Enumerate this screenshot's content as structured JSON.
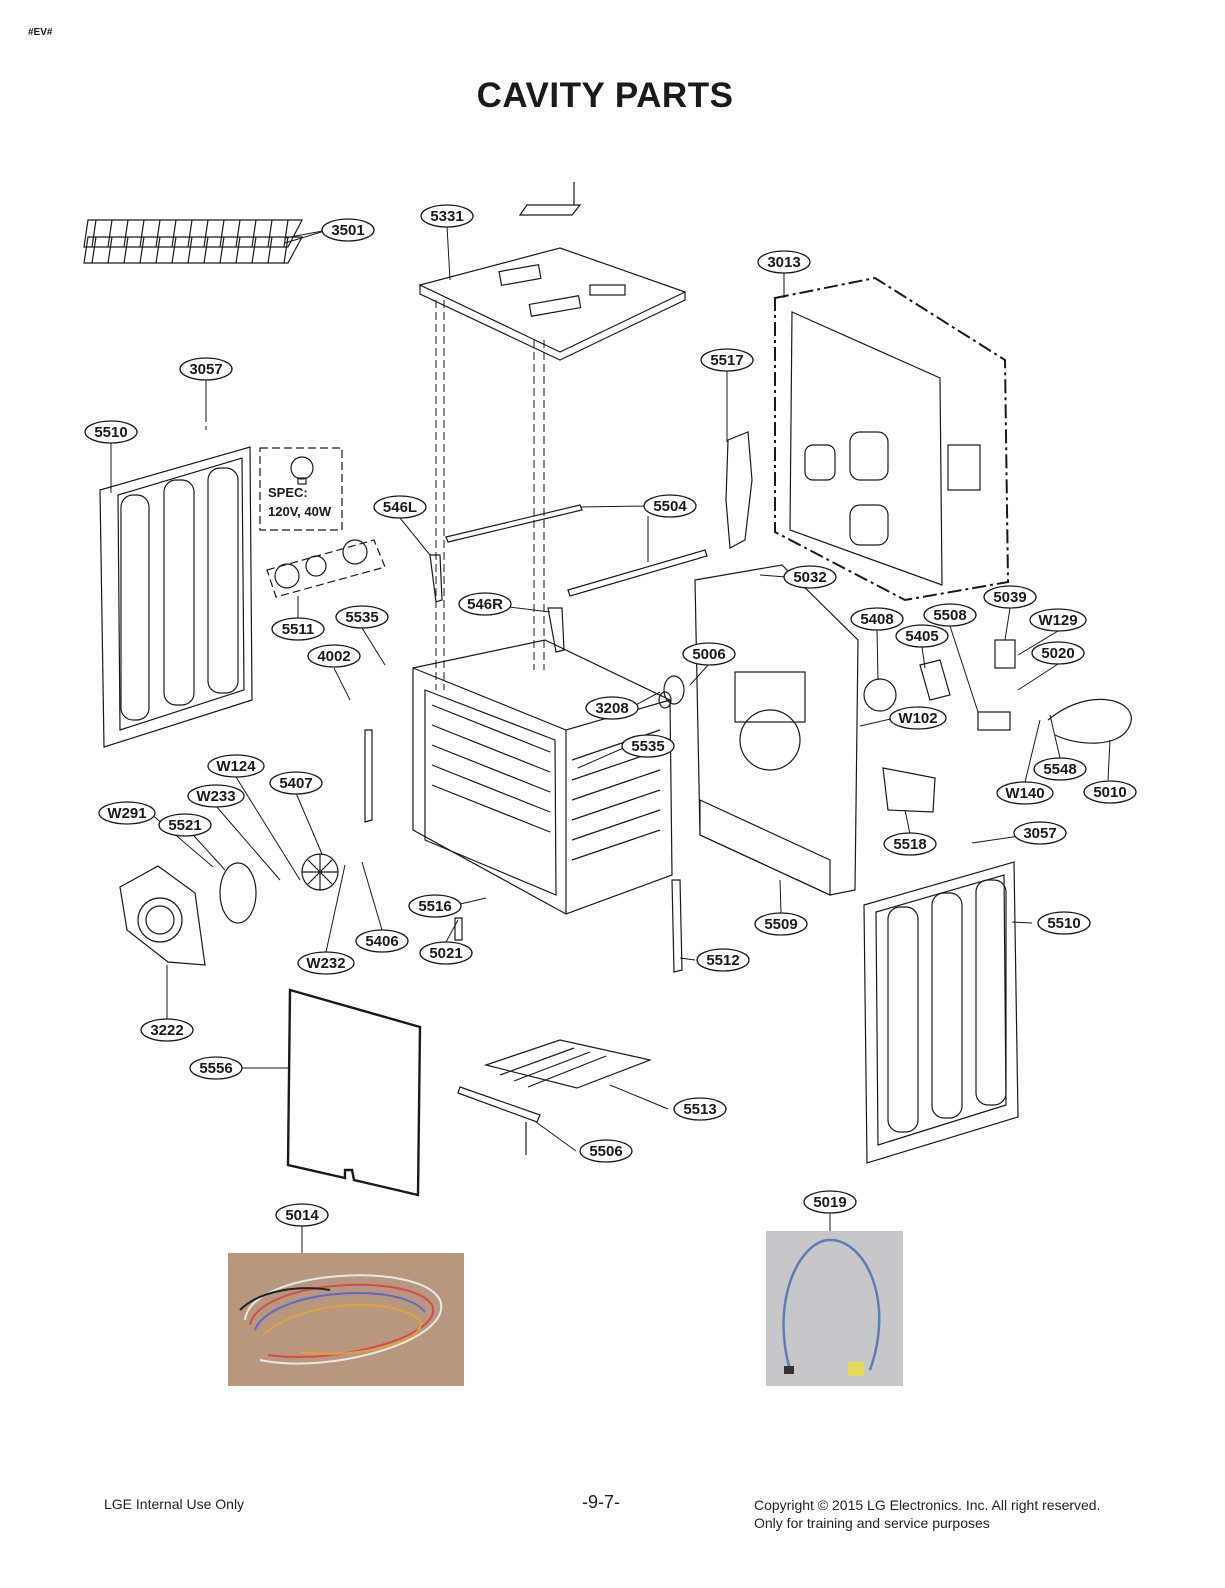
{
  "doc_tag": "#EV#",
  "title": "CAVITY PARTS",
  "spec_note": {
    "line1": "SPEC:",
    "line2": "120V, 40W"
  },
  "part_labels": {
    "p3501": "3501",
    "p5331": "5331",
    "p3013": "3013",
    "p3057a": "3057",
    "p5510a": "5510",
    "p5517": "5517",
    "p546L": "546L",
    "p5504": "5504",
    "p5032": "5032",
    "p546R": "546R",
    "p5511": "5511",
    "p5535a": "5535",
    "p5039": "5039",
    "p5408": "5408",
    "p5508": "5508",
    "pW129": "W129",
    "p5405": "5405",
    "p5006": "5006",
    "p4002": "4002",
    "p5020": "5020",
    "p3208": "3208",
    "pW102": "W102",
    "p5535b": "5535",
    "pW124": "W124",
    "p5407": "5407",
    "pW233": "W233",
    "p5548": "5548",
    "pW140": "W140",
    "p5010": "5010",
    "pW291": "W291",
    "p5521": "5521",
    "p3057b": "3057",
    "p5518": "5518",
    "p5516": "5516",
    "p5509": "5509",
    "p5510b": "5510",
    "p5406": "5406",
    "p5021": "5021",
    "pW232": "W232",
    "p5512": "5512",
    "p3222": "3222",
    "p5556": "5556",
    "p5513": "5513",
    "p5506": "5506",
    "p5014": "5014",
    "p5019": "5019"
  },
  "footer": {
    "left": "LGE Internal Use Only",
    "page": "-9-7-",
    "copyright": "Copyright © 2015 LG Electronics. Inc. All right reserved.",
    "training": "Only for training and service purposes"
  },
  "colors": {
    "line": "#1a1a1a",
    "label_fill": "#ffffff",
    "photo_bg": "#b89a84",
    "photo2_bg": "#c8c8ca"
  }
}
